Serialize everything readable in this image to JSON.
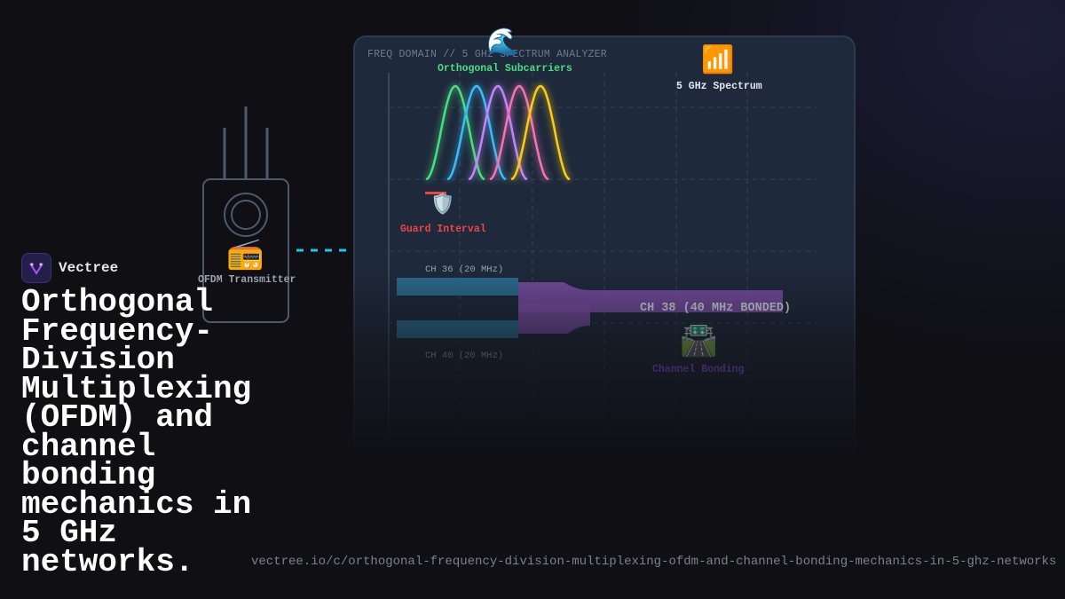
{
  "brand": {
    "name": "Vectree",
    "accent": "#a855f7"
  },
  "headline": "Orthogonal Frequency-Division Multiplexing (OFDM) and channel bonding mechanics in 5 GHz networks.",
  "url": "vectree.io/c/orthogonal-frequency-division-multiplexing-ofdm-and-channel-bonding-mechanics-in-5-ghz-networks",
  "transmitter": {
    "label": "OFDM Transmitter",
    "icon": "radio-icon"
  },
  "analyzer": {
    "title": "FREQ DOMAIN // 5 GHz SPECTRUM ANALYZER",
    "subcarriers": {
      "label": "Orthogonal Subcarriers",
      "icon": "wave-icon",
      "colors": [
        "#4ade80",
        "#38bdf8",
        "#c084fc",
        "#f472b6",
        "#facc15"
      ]
    },
    "spectrum": {
      "label": "5 GHz Spectrum",
      "icon": "signal-bars-icon"
    },
    "guard": {
      "label": "Guard Interval",
      "icon": "shield-icon",
      "color": "#ef4444"
    },
    "channels": {
      "ch36": "CH 36 (20 MHz)",
      "ch40": "CH 40 (20 MHz)",
      "bonded": "CH 38 (40 MHz BONDED)"
    },
    "bonding": {
      "label": "Channel Bonding",
      "icon": "highway-icon"
    }
  }
}
